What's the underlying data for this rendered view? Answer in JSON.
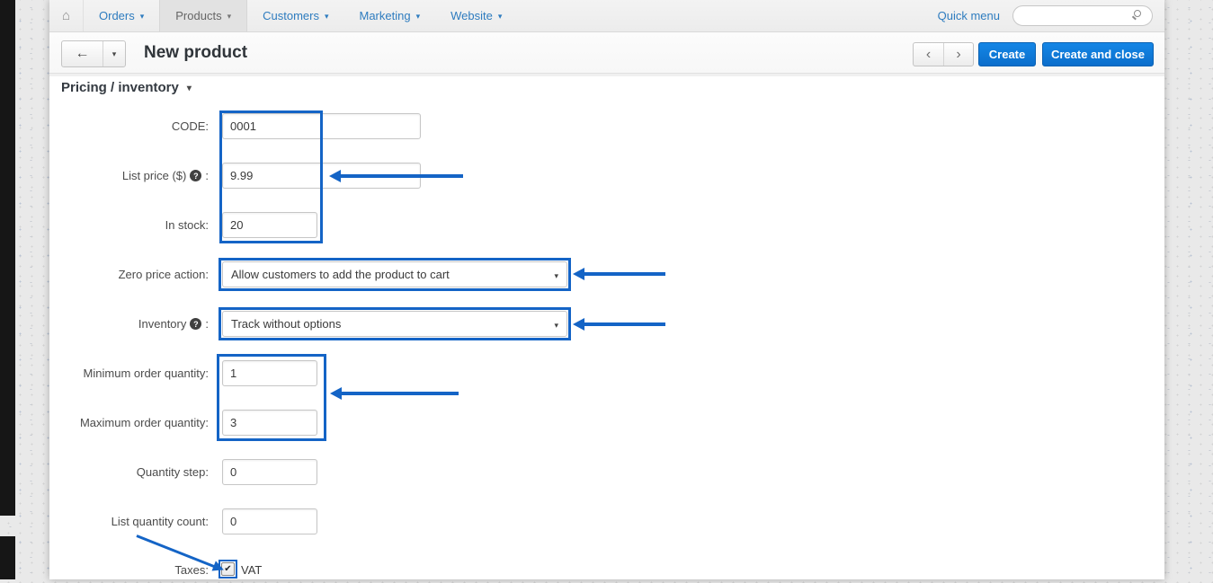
{
  "colors": {
    "annotation_blue": "#1464c6",
    "button_blue": "#0d75d3",
    "nav_link_blue": "#2e7cbf"
  },
  "icons": {
    "home": "⌂",
    "caret_down": "▾",
    "back_arrow": "←",
    "prev": "‹",
    "next": "›",
    "help": "?",
    "check": "✔",
    "search": "magnifier"
  },
  "nav": {
    "items": [
      {
        "label": "Orders",
        "active": false
      },
      {
        "label": "Products",
        "active": true
      },
      {
        "label": "Customers",
        "active": false
      },
      {
        "label": "Marketing",
        "active": false
      },
      {
        "label": "Website",
        "active": false
      }
    ],
    "quick_menu": "Quick menu",
    "search_placeholder": ""
  },
  "toolbar": {
    "title": "New product",
    "create": "Create",
    "create_and_close": "Create and close"
  },
  "section": {
    "title": "Pricing / inventory"
  },
  "form": {
    "colon": ":",
    "code": {
      "label": "CODE:",
      "value": "0001"
    },
    "list_price": {
      "label": "List price ($)",
      "value": "9.99"
    },
    "in_stock": {
      "label": "In stock:",
      "value": "20"
    },
    "zero_price_action": {
      "label": "Zero price action:",
      "value": "Allow customers to add the product to cart"
    },
    "inventory": {
      "label": "Inventory",
      "value": "Track without options"
    },
    "min_order_qty": {
      "label": "Minimum order quantity:",
      "value": "1"
    },
    "max_order_qty": {
      "label": "Maximum order quantity:",
      "value": "3"
    },
    "quantity_step": {
      "label": "Quantity step:",
      "value": "0"
    },
    "list_quantity_count": {
      "label": "List quantity count:",
      "value": "0"
    },
    "taxes": {
      "label": "Taxes:",
      "option": "VAT",
      "checked": true
    }
  }
}
